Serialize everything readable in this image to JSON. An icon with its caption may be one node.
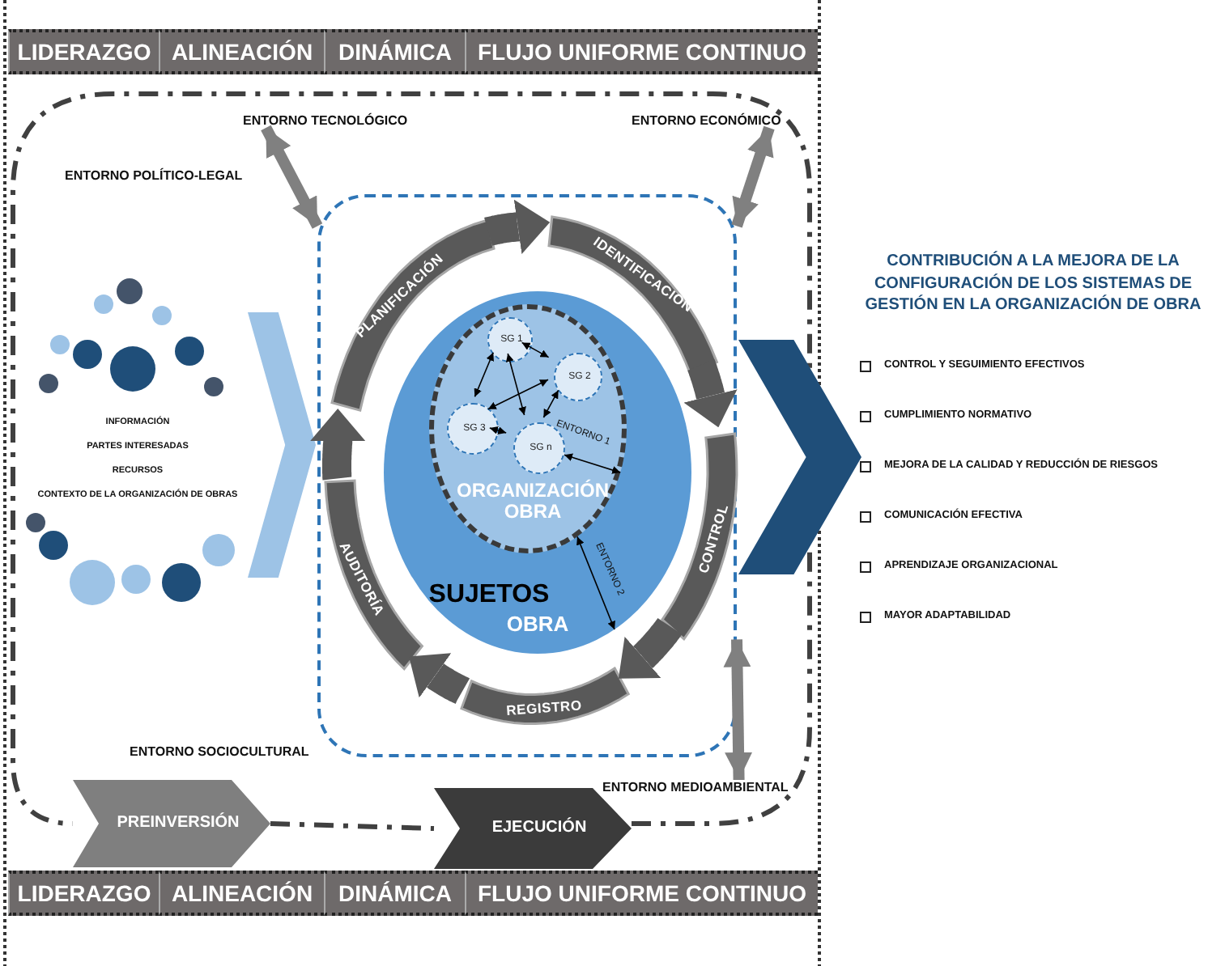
{
  "diagram": {
    "nodes": [
      {
        "text": [
          "LIDERAZGO"
        ]
      },
      {
        "text": [
          "ALINEACIÓN"
        ]
      },
      {
        "text": [
          "DINÁMICA"
        ]
      },
      {
        "text": [
          "FLUJO UNIFORME CONTINUO"
        ]
      },
      {
        "text": [
          "ENTORNO TECNOLÓGICO"
        ]
      },
      {
        "text": [
          "ENTORNO ECONÓMICO"
        ]
      },
      {
        "text": [
          "ENTORNO POLÍTICO-LEGAL"
        ]
      },
      {
        "text": [],
        "shape": "box"
      },
      {
        "text": [
          "PLANIFICACIÓN"
        ],
        "in": 7
      },
      {
        "text": [
          "IDENTIFICACIÓN"
        ],
        "in": 7
      },
      {
        "text": [
          "SUJETOS",
          "OBRA"
        ],
        "in": 7
      },
      {
        "text": [
          "ORGANIZACIÓN OBRA"
        ],
        "in": 10
      },
      {
        "text": [
          "SG 1"
        ],
        "in": 11
      },
      {
        "text": [
          "SG 2"
        ],
        "in": 11
      },
      {
        "text": [
          "SG 3"
        ],
        "in": 11
      },
      {
        "text": [
          "SG n"
        ],
        "in": 11
      },
      {
        "text": [
          "AUDITORÍA"
        ],
        "in": 7
      },
      {
        "text": [
          "CONTROL"
        ],
        "in": 7
      },
      {
        "text": [
          "REGISTRO"
        ],
        "in": 7
      },
      {
        "text": [
          "INFORMACIÓN",
          "PARTES INTERESADAS",
          "RECURSOS",
          "CONTEXTO DE LA ORGANIZACIÓN DE OBRAS"
        ]
      },
      {
        "text": [
          "CONTRIBUCIÓN A LA MEJORA DE LA CONFIGURACIÓN DE LOS SISTEMAS DE GESTIÓN EN LA ORGANIZACIÓN DE OBRA"
        ]
      },
      {
        "text": [
          "ENTORNO SOCIOCULTURAL"
        ]
      },
      {
        "text": [
          "ENTORNO MEDIOAMBIENTAL"
        ]
      },
      {
        "text": [
          "PREINVERSIÓN"
        ]
      },
      {
        "text": [
          "EJECUCIÓN"
        ]
      },
      {
        "text": [
          "LIDERAZGO"
        ]
      },
      {
        "text": [
          "ALINEACIÓN"
        ]
      },
      {
        "text": [
          "DINÁMICA"
        ]
      },
      {
        "text": [
          "FLUJO UNIFORME CONTINUO"
        ]
      }
    ],
    "edges": [
      {
        "from": 12,
        "to": 13,
        "arrow": "both"
      },
      {
        "from": 12,
        "to": 14,
        "arrow": "both"
      },
      {
        "from": 12,
        "to": 15,
        "arrow": "both"
      },
      {
        "from": 13,
        "to": 14,
        "arrow": "both"
      },
      {
        "from": 13,
        "to": 15,
        "arrow": "both"
      },
      {
        "from": 14,
        "to": 15,
        "arrow": "both"
      },
      {
        "from": 15,
        "to": 11,
        "arrow": "both",
        "label": "ENTORNO 1"
      },
      {
        "from": 11,
        "to": 10,
        "arrow": "both",
        "label": "ENTORNO 2"
      },
      {
        "from": 4,
        "to": 7,
        "arrow": "both",
        "style": "thick",
        "color": "#808080"
      },
      {
        "from": 5,
        "to": 7,
        "arrow": "both",
        "style": "thick",
        "color": "#808080"
      },
      {
        "from": 7,
        "to": 22,
        "arrow": "both",
        "style": "thick",
        "color": "#808080"
      },
      {
        "from": 19,
        "to": 7,
        "arrow": "to",
        "color": "#9dc3e6"
      },
      {
        "from": 7,
        "to": 20,
        "arrow": "to",
        "color": "#1f4e79"
      },
      {
        "from": 23,
        "to": 24,
        "arrow": "none",
        "style": "dashed",
        "color": "#404040"
      },
      {
        "from": 8,
        "to": 9,
        "arrow": "to",
        "style": "thick",
        "color": "#595959"
      },
      {
        "from": 9,
        "to": 17,
        "arrow": "to",
        "style": "thick",
        "color": "#595959"
      },
      {
        "from": 17,
        "to": 18,
        "arrow": "to",
        "style": "thick",
        "color": "#595959"
      },
      {
        "from": 18,
        "to": 16,
        "arrow": "to",
        "style": "thick",
        "color": "#595959"
      },
      {
        "from": 16,
        "to": 8,
        "arrow": "to",
        "style": "thick",
        "color": "#595959"
      }
    ],
    "labels": [
      "CONTROL Y SEGUIMIENTO EFECTIVOS",
      "CUMPLIMIENTO NORMATIVO",
      "MEJORA DE LA CALIDAD Y REDUCCIÓN DE RIESGOS",
      "COMUNICACIÓN EFECTIVA",
      "APRENDIZAJE ORGANIZACIONAL",
      "MAYOR ADAPTABILIDAD"
    ]
  }
}
